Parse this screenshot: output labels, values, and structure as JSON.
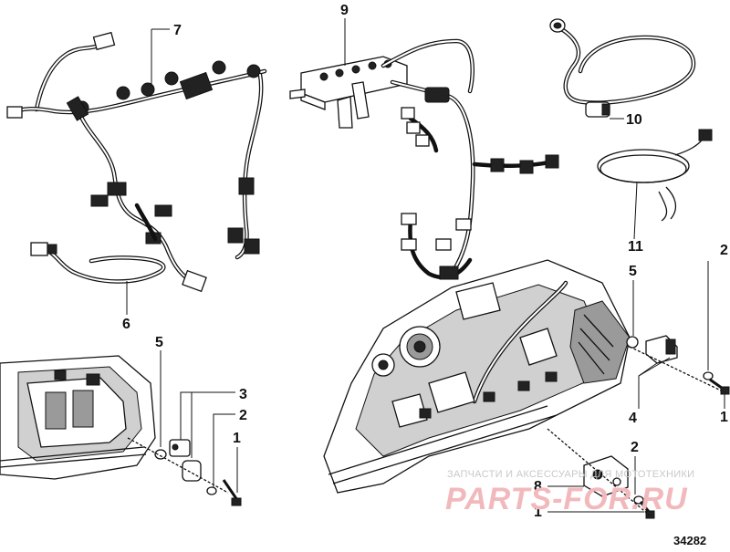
{
  "diagram": {
    "reference_number": "34282",
    "callouts": {
      "c1": "7",
      "c2": "9",
      "c3": "10",
      "c4": "11",
      "c5": "6",
      "c6": "5",
      "c7": "3",
      "c8": "2",
      "c9": "1",
      "c10": "5",
      "c11": "4",
      "c12": "2",
      "c13": "1",
      "c14": "2",
      "c15": "8",
      "c16": "1"
    },
    "watermark": {
      "line1": "ЗАПЧАСТИ И АКСЕССУАРЫ ДЛЯ МОТОТЕХНИКИ",
      "line2": "PARTS-FOR.RU"
    }
  }
}
